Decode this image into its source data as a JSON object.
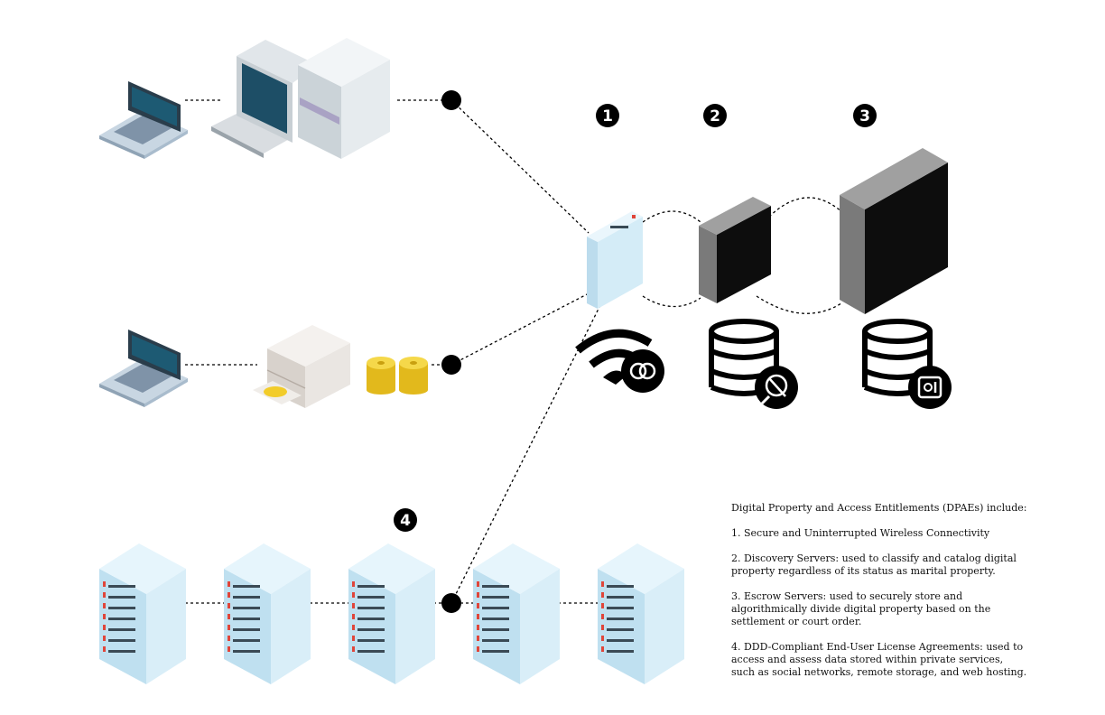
{
  "badges": [
    "1",
    "2",
    "3",
    "4"
  ],
  "legend": {
    "heading": "Digital Property and Access Entitlements (DPAEs) include:",
    "items": [
      "1. Secure and Uninterrupted Wireless Connectivity",
      "2. Discovery Servers: used to classify and catalog digital property regardless of its status as marital property.",
      "3. Escrow Servers: used to securely store and algorithmically divide digital property based on the settlement or court order.",
      "4. DDD-Compliant End-User License Agreements: used to access and assess data stored within private services, such as social networks, remote storage, and web hosting."
    ]
  },
  "colors": {
    "device_light_blue": "#d4ecf7",
    "device_dark": "#0d0d0d",
    "disc_gold": "#f2cc2a",
    "node_black": "#000000",
    "accent_red": "#e0453a"
  },
  "icons": [
    "laptop-icon",
    "desktop-computer-icon",
    "optical-drive-icon",
    "disc-stack-icon",
    "router-icon",
    "wifi-icon",
    "database-icon",
    "server-rack-icon"
  ]
}
